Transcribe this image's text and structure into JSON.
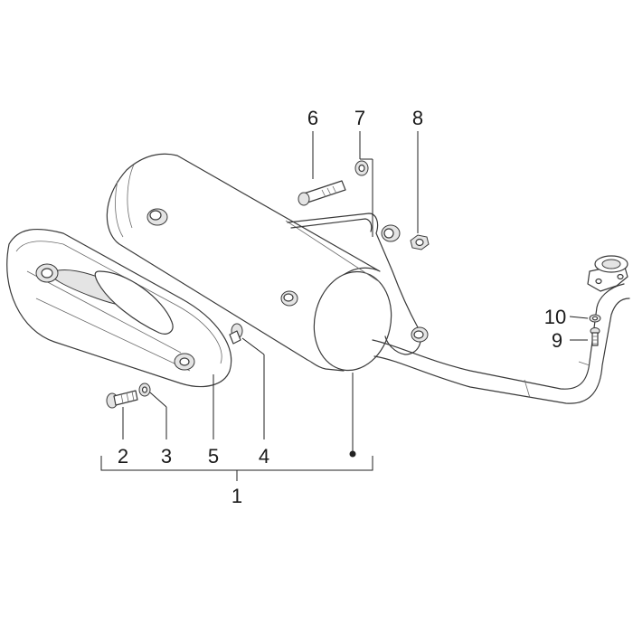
{
  "diagram": {
    "callouts": {
      "c1": "1",
      "c2": "2",
      "c3": "3",
      "c4": "4",
      "c5": "5",
      "c6": "6",
      "c7": "7",
      "c8": "8",
      "c9": "9",
      "c10": "10"
    },
    "colors": {
      "line": "#3a3a3a",
      "label": "#1a1a1a",
      "background": "#ffffff"
    }
  }
}
